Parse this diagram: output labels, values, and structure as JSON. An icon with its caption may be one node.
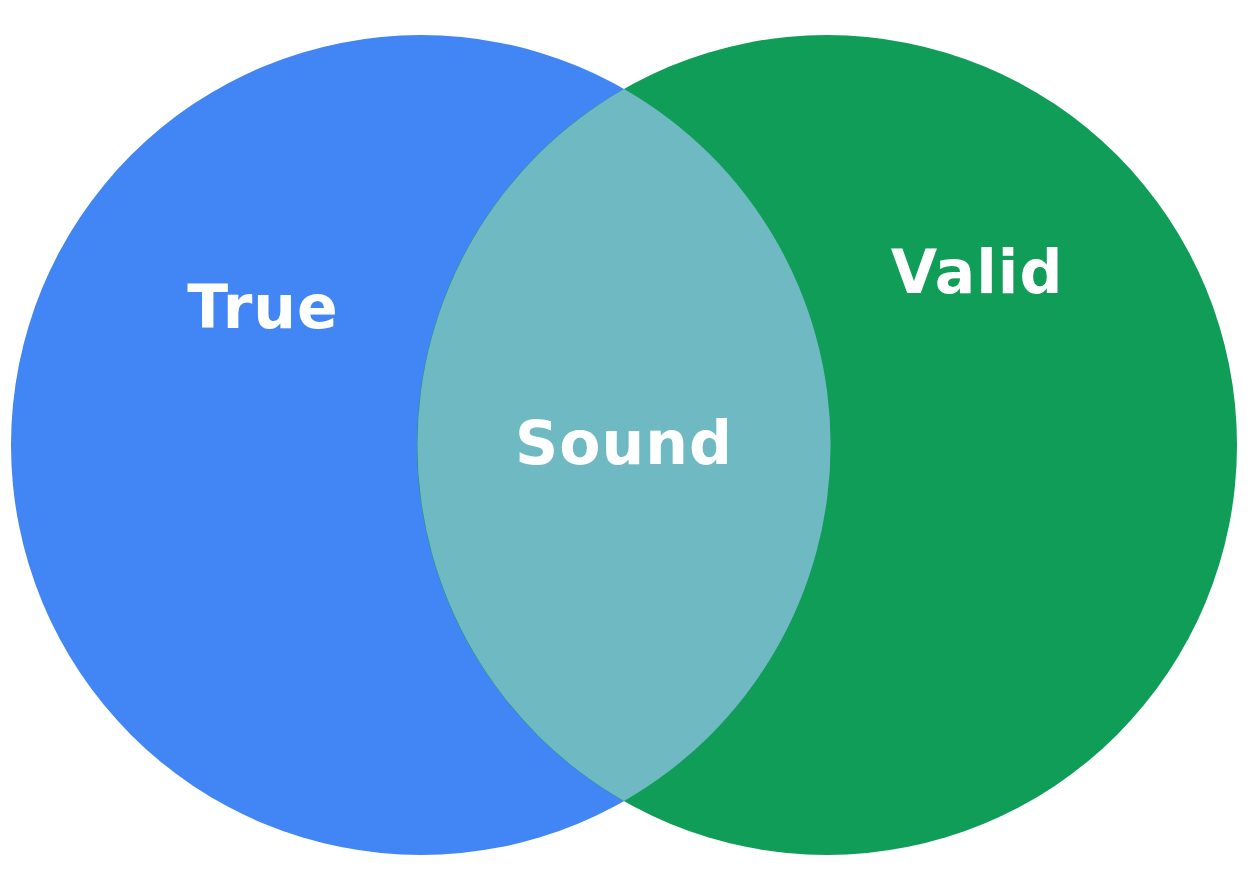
{
  "diagram": {
    "nodes": [
      {
        "text": [
          "True"
        ]
      },
      {
        "text": [
          "Valid"
        ]
      },
      {
        "text": [
          "Sound"
        ]
      }
    ],
    "edges": []
  }
}
